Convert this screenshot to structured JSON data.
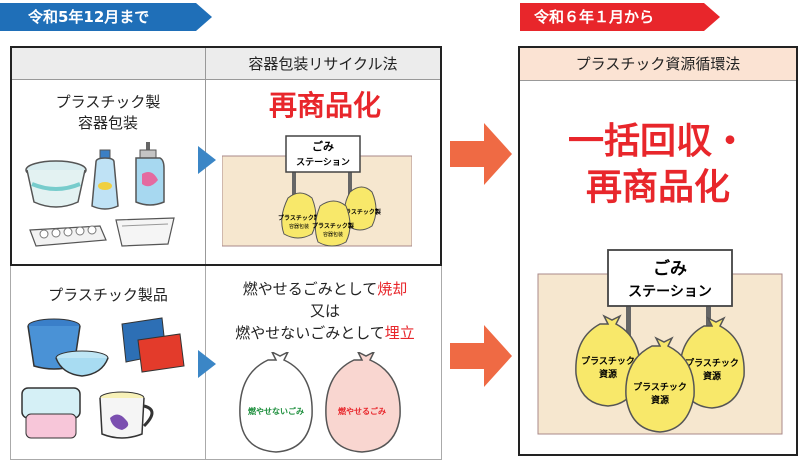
{
  "banners": {
    "before": "令和5年12月まで",
    "after": "令和６年１月から"
  },
  "left_table": {
    "law_header": "容器包装リサイクル法",
    "row1": {
      "label_line1": "プラスチック製",
      "label_line2": "容器包装",
      "result": "再商品化",
      "station_line1": "ごみ",
      "station_line2": "ステーション",
      "bag_label": "プラスチック製",
      "bag_label2": "容器包装"
    },
    "row2": {
      "label": "プラスチック製品",
      "line1_prefix": "燃やせるごみとして",
      "line1_emph": "焼却",
      "line2": "又は",
      "line3_prefix": "燃やせないごみとして",
      "line3_emph": "埋立",
      "bag_white": "燃やせないごみ",
      "bag_pink": "燃やせるごみ"
    }
  },
  "right_panel": {
    "law_header": "プラスチック資源循環法",
    "result_line1": "一括回収・",
    "result_line2": "再商品化",
    "station_line1": "ごみ",
    "station_line2": "ステーション",
    "bag_label_line1": "プラスチック",
    "bag_label_line2": "資源"
  },
  "colors": {
    "accent_red": "#e8262b",
    "banner_blue": "#1f6fb8",
    "arrow_orange": "#ef6a44",
    "header_peach": "#fbe3d3"
  }
}
